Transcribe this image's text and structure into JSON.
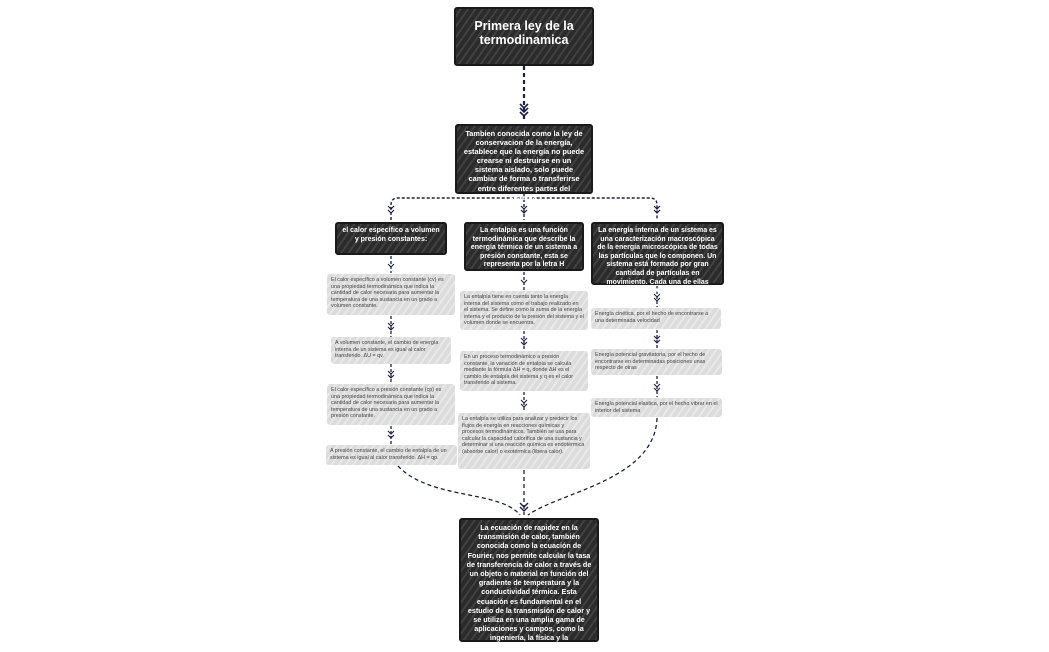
{
  "title": "Primera ley de la termodinamica",
  "intro": "Tambien conocida como la ley de conservacion de la energía, establece que la energía no puede crearse ni destruirse en un sistema aislado, solo puede cambiar de forma o transferirse entre diferentes partes del sistema.",
  "columns": [
    {
      "header": "el calor específico a volumen y presión constantes:",
      "items": [
        "El calor específico a volumen constante (cv) es una propiedad termodinámica que indica la cantidad de calor necesaria para aumentar la temperatura de una sustancia en un grado a volumen constante.",
        "A volumen constante, el cambio de energía interna de un sistema es igual al calor transferido. ΔU = qv.",
        "El calor específico a presión constante (cp) es una propiedad termodinámica que indica la cantidad de calor necesaria para aumentar la temperatura de una sustancia en un grado a presión constante.",
        "A presión constante, el cambio de entalpía de un sistema es igual al calor transferido. ΔH = qp."
      ]
    },
    {
      "header": "La entalpía es una función termodinámica que describe la energía térmica de un sistema a presión constante, esta se representa por la letra H",
      "items": [
        "La entalpía tiene en cuenta tanto la energía interna del sistema como el trabajo realizado en el sistema. Se define como la suma de la energía interna y el producto de la presión del sistema y el volumen donde se encuentra.",
        "En un proceso termodinámico a presión constante, la variación de entalpía se calcula mediante la fórmula ΔH = q, donde ΔH es el cambio de entalpía del sistema y q es el calor transferido al sistema.",
        "La entalpía se utiliza para analizar y predecir los flujos de energía en reacciones químicas y procesos termodinámicos. También se usa para calcular la capacidad calorífica de una sustancia y determinar si una reacción química es endotérmica (absorbe calor) o exotérmica (libera calor)."
      ]
    },
    {
      "header": "La energía interna de un sistema es una caracterización macroscópica de la energía microscópica de todas las partículas que lo componen. Un sistema está formado por gran cantidad de partículas en movimiento. Cada una de ellas posee:",
      "items": [
        "Energía cinética, por el hecho de encontrarse a una determinada velocidad",
        "Energía potencial gravitatoria, por el hecho de encontrarse en determinadas posiciones unas respecto de otras",
        "Energía potencial elastica, por el hecho vibrar en el interior del sistema"
      ]
    }
  ],
  "conclusion": "La ecuación de rapidez en la transmisión de calor, también conocida como la ecuación de Fourier, nos permite calcular la tasa de transferencia de calor a través de un objeto o material en función del gradiente de temperatura y la conductividad térmica. Esta ecuación es fundamental en el estudio de la transmisión de calor y se utiliza en una amplia gama de aplicaciones y campos, como la ingeniería, la física y la climatización.",
  "colors": {
    "dark_node": "#2b2b2b",
    "light_node": "#dcdcdc",
    "connector": "#1a1f4d"
  }
}
